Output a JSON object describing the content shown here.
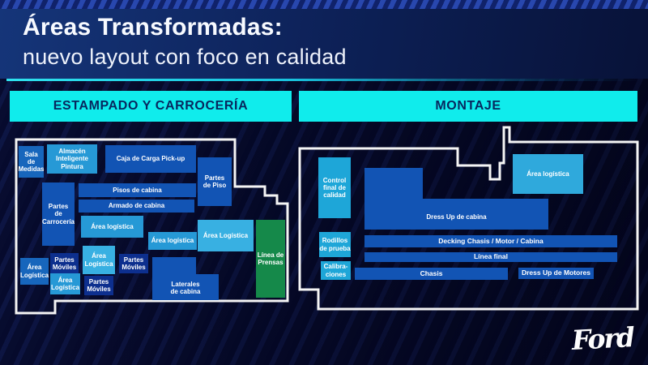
{
  "slide": {
    "title_line1": "Áreas Transformadas:",
    "title_line2": "nuevo layout con foco en calidad"
  },
  "sections": {
    "estampado_title": "ESTAMPADO Y CARROCERÍA",
    "montaje_title": "MONTAJE"
  },
  "estampado": {
    "sala_de_medidas": "Sala\nde\nMedidas",
    "almacen_inteligente": "Almacén\nInteligente\nPintura",
    "caja_de_carga": "Caja de Carga Pick-up",
    "partes_de_piso": "Partes\nde Piso",
    "pisos_de_cabina": "Pisos de cabina",
    "armado_de_cabina": "Armado de cabina",
    "partes_de_carroceria": "Partes\nde\nCarrocería",
    "area_logistica_central": "Área logística",
    "area_logistica_central2": "Área logística",
    "area_logistica_este": "Área Logística",
    "linea_de_prensas": "Línea de\nPrensas",
    "area_logistica_oeste": "Área\nLogística",
    "partes_moviles_1": "Partes\nMóviles",
    "area_logistica_sur1": "Área\nLogística",
    "area_logistica_sur2": "Área\nLogística",
    "partes_moviles_2": "Partes\nMóviles",
    "partes_moviles_3": "Partes\nMóviles",
    "laterales_de_cabina": "Laterales\nde cabina"
  },
  "montaje": {
    "control_final": "Control\nfinal de\ncalidad",
    "rodillos_de_prueba": "Rodillos\nde prueba",
    "calibraciones": "Calibra-\nciones",
    "dress_up_cabina": "Dress Up de cabina",
    "area_logistica": "Área logística",
    "decking": "Decking Chasis / Motor / Cabina",
    "linea_final": "Línea final",
    "chasis": "Chasis",
    "dress_up_motores": "Dress Up de Motores"
  },
  "footer": {
    "brand": "Ford"
  },
  "colors": {
    "accent_cyan": "#10ecec",
    "outline_white": "#f5f5f5",
    "box_blue": "#1254b4",
    "box_dark_blue": "#0d2f8e",
    "box_mid_blue": "#1766bc",
    "box_light_blue": "#2699d6",
    "box_xlight_blue": "#38b0e2",
    "box_cyan_blue": "#1ea6d8",
    "box_green": "#15894a",
    "header_text": "#f7faff",
    "section_text": "#07275e"
  }
}
